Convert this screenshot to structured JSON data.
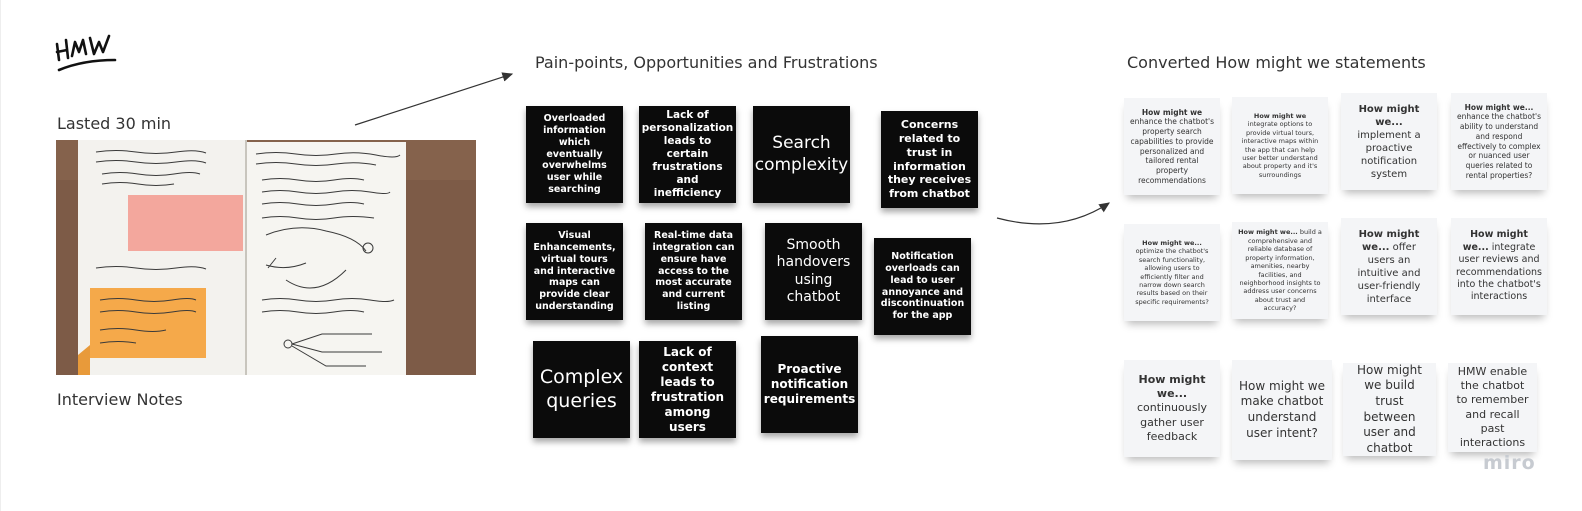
{
  "board": {
    "logo_text": "HMW",
    "duration_label": "Lasted 30 min",
    "photo_caption": "Interview Notes",
    "watermark": "miro"
  },
  "pain_points": {
    "title": "Pain-points, Opportunities and Frustrations",
    "notes": [
      "Overloaded information which eventually overwhelms user while searching",
      "Lack of personalization leads to certain frustrations and inefficiency",
      "Search complexity",
      "Concerns related to trust in information they receives from chatbot",
      "Visual Enhancements, virtual tours and interactive maps can provide clear understanding",
      "Real-time data integration can ensure have access to the most accurate and current listing",
      "Smooth handovers using chatbot",
      "Notification overloads can lead to user annoyance and discontinuation for the app",
      "Complex queries",
      "Lack of context leads to frustration among users",
      "Proactive notification requirements"
    ]
  },
  "hmw": {
    "title": "Converted How might we statements",
    "notes": [
      {
        "lead": "How might we",
        "rest": "enhance the chatbot's property search capabilities to provide personalized and tailored rental property recommendations"
      },
      {
        "lead": "How might we",
        "rest": "integrate options to provide virtual tours, interactive maps within the app that can help user better understand about property and it's surroundings"
      },
      {
        "lead": "How might we...",
        "rest": "implement a proactive notification system"
      },
      {
        "lead": "How might we...",
        "rest": "enhance the chatbot's ability to understand and respond effectively to complex or nuanced user queries related to rental properties?"
      },
      {
        "lead": "How might we...",
        "rest": "optimize the chatbot's search functionality, allowing users to efficiently filter and narrow down search results based on their specific requirements?"
      },
      {
        "lead": "How might we...",
        "rest": "build a comprehensive and reliable database of property information, amenities, nearby facilities, and neighborhood insights to address user concerns about trust and accuracy?"
      },
      {
        "lead": "How might we...",
        "rest": "offer users an intuitive and user-friendly interface"
      },
      {
        "lead": "How might we...",
        "rest": "integrate user reviews and recommendations into the chatbot's interactions"
      },
      {
        "lead": "How might we...",
        "rest": "continuously gather user feedback"
      },
      {
        "lead": "",
        "rest": "How might we make chatbot understand user intent?"
      },
      {
        "lead": "",
        "rest": "How might we build trust between user and chatbot"
      },
      {
        "lead": "",
        "rest": "HMW enable the chatbot to remember and recall past interactions"
      }
    ]
  }
}
